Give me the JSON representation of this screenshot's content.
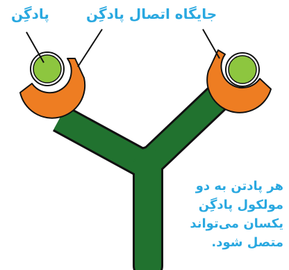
{
  "labels": {
    "antigen": "پادگِن",
    "binding_site": "جایگاه اتصال پادگِن"
  },
  "caption_lines": [
    "هر پادتن به دو",
    "مولکول پادگِن",
    "یکسان می‌تواند",
    "متصل شود."
  ],
  "colors": {
    "antibody": "#21722f",
    "binding_site": "#ee7d22",
    "antigen": "#8dc63f",
    "outline": "#111111",
    "text": "#29a8e0"
  }
}
